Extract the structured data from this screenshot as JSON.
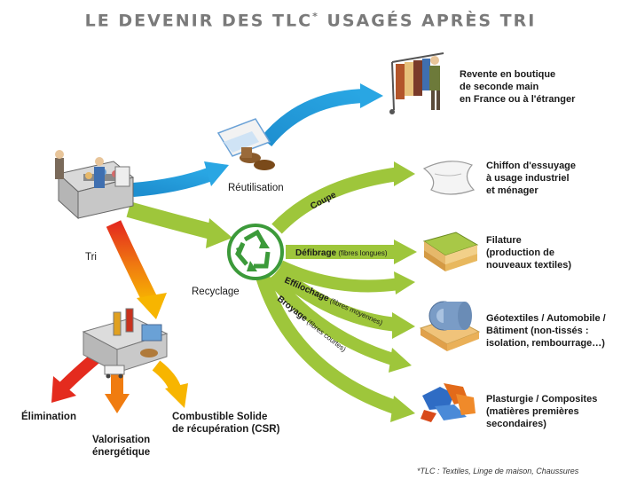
{
  "title": "LE DEVENIR DES TLC",
  "title_star": "*",
  "title_rest": " USAGÉS APRÈS TRI",
  "nodes": {
    "tri": "Tri",
    "reutilisation": "Réutilisation",
    "recyclage": "Recyclage",
    "elimination": "Élimination",
    "valorisation_1": "Valorisation",
    "valorisation_2": "énergétique",
    "csr_1": "Combustible Solide",
    "csr_2": "de récupération (CSR)"
  },
  "branches": {
    "coupe": "Coupe",
    "defibrage": "Défibrage",
    "defibrage_note": " (fibres longues)",
    "effilochage": "Effilochage",
    "effilochage_note": " (fibres moyennes)",
    "broyage": "Broyage",
    "broyage_note": " (fibres courtes)"
  },
  "destinations": {
    "revente": [
      "Revente en boutique",
      "de seconde main",
      "en France ou à l'étranger"
    ],
    "chiffon": [
      "Chiffon d'essuyage",
      "à usage industriel",
      "et ménager"
    ],
    "filature": [
      "Filature",
      "(production de",
      "nouveaux textiles)"
    ],
    "geotextiles": [
      "Géotextiles / Automobile /",
      "Bâtiment (non-tissés :",
      "isolation, rembourrage…)"
    ],
    "plasturgie": [
      "Plasturgie / Composites",
      "(matières premières",
      "secondaires)"
    ]
  },
  "footnote": "*TLC : Textiles, Linge de maison, Chaussures",
  "colors": {
    "title": "#7a7a7a",
    "reuse_arrow": "#1a9ad6",
    "recycle_arrow": "#9ec63b",
    "warm_arrow_top": "#e42b1e",
    "warm_arrow_bottom": "#f7b500",
    "recycle_logo": "#3c9a3a"
  }
}
